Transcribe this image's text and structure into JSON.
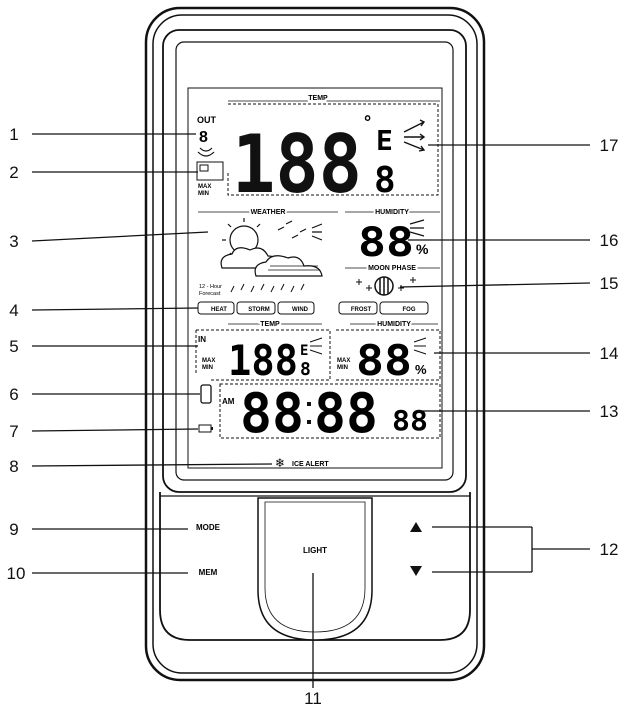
{
  "display": {
    "temp_header": "TEMP",
    "out_label": "OUT",
    "channel_digit": "8",
    "max_label": "MAX",
    "min_label": "MIN",
    "outdoor_temp_main": "188",
    "outdoor_temp_decimal": "8",
    "temp_unit_c": "°",
    "temp_unit_letter": "E",
    "weather_header": "WEATHER",
    "forecast_note_line1": "12 - Hour",
    "forecast_note_line2": "Forecast",
    "humidity_header": "HUMIDITY",
    "humidity_value": "88",
    "percent": "%",
    "moon_phase_header": "MOON PHASE",
    "alert_buttons": [
      "HEAT",
      "STORM",
      "WIND",
      "FROST",
      "FOG"
    ],
    "indoor_temp_header": "TEMP",
    "indoor_humidity_header": "HUMIDITY",
    "indoor_in_label": "IN",
    "indoor_temp_main": "188",
    "indoor_temp_decimal": "8",
    "indoor_humidity_value": "88",
    "am_label": "AM",
    "clock_hours": "88",
    "clock_minutes": "88",
    "clock_seconds": "88",
    "ice_alert": "ICE ALERT"
  },
  "buttons": {
    "mode": "MODE",
    "mem": "MEM",
    "light": "LIGHT"
  },
  "callouts": {
    "left": [
      "1",
      "2",
      "3",
      "4",
      "5",
      "6",
      "7",
      "8",
      "9",
      "10"
    ],
    "right": [
      "17",
      "16",
      "15",
      "14",
      "13",
      "12"
    ],
    "bottom": "11"
  }
}
